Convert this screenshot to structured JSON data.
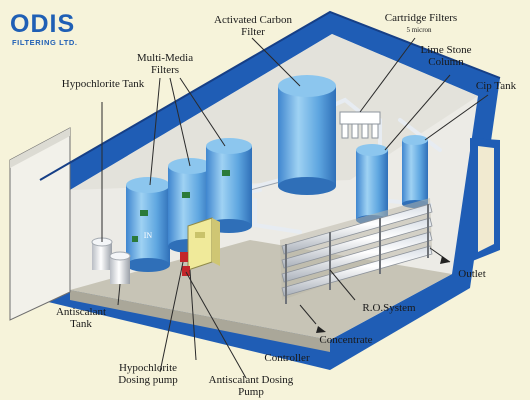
{
  "brand": {
    "name": "ODIS",
    "subtitle": "FILTERING LTD."
  },
  "colors": {
    "wall_blue": "#1f5db5",
    "tank_blue": "#6fb4e8",
    "floor": "#c9c6b8",
    "pipe_white": "#eef2f6",
    "background": "#f6f3da"
  },
  "labels": {
    "activated_carbon_filter": "Activated Carbon Filter",
    "cartridge_filters": "Cartridge Filters",
    "cartridge_filters_spec": "5 micron",
    "lime_stone_column": "Lime Stone Column",
    "cip_tank": "Cip Tank",
    "multi_media_filters": "Multi-Media Filters",
    "hypochlorite_tank": "Hypochlorite Tank",
    "in_marker": "IN",
    "outlet": "Outlet",
    "ro_system": "R.O.System",
    "concentrate": "Concentrate",
    "antiscalant_tank": "Antiscalant Tank",
    "controller": "Controller",
    "hypochlorite_dosing_pump": "Hypochlorite Dosing pump",
    "antiscalant_dosing_pump": "Antiscalant Dosing Pump"
  }
}
